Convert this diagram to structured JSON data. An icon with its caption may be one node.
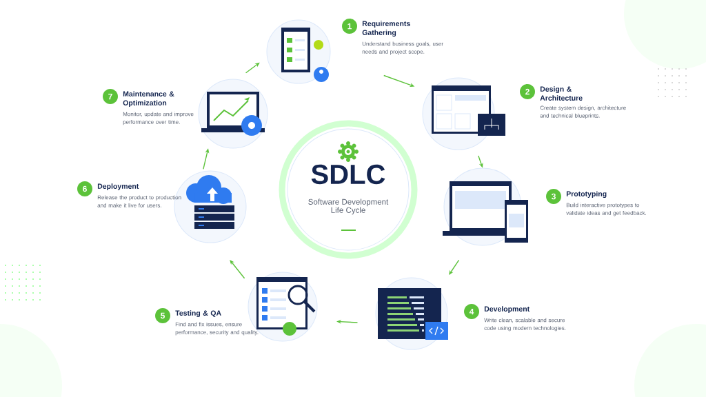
{
  "diagram": {
    "nodes": [
      {
        "text": [
          "SDLC",
          "Software Development Life Cycle"
        ]
      },
      {
        "text": [],
        "shape": "picture",
        "beside": [
          "1",
          "Requirements Gathering",
          "Understand business goals, user needs and project scope."
        ]
      },
      {
        "text": [],
        "shape": "picture",
        "beside": [
          "2",
          "Design & Architecture",
          "Create system design, architecture and technical blueprints."
        ]
      },
      {
        "text": [],
        "shape": "picture",
        "beside": [
          "3",
          "Prototyping",
          "Build interactive prototypes to validate ideas and get feedback."
        ]
      },
      {
        "text": [],
        "shape": "picture",
        "beside": [
          "4",
          "Development",
          "Write clean, scalable and secure code using modern technologies."
        ]
      },
      {
        "text": [],
        "shape": "picture",
        "beside": [
          "5",
          "Testing & QA",
          "Find and fix issues, ensure performance, security and quality."
        ]
      },
      {
        "text": [],
        "shape": "picture",
        "beside": [
          "6",
          "Deployment",
          "Release the product to production and make it live for users."
        ]
      },
      {
        "text": [],
        "shape": "picture",
        "beside": [
          "7",
          "Maintenance & Optimization",
          "Monitor, update and improve performance over time."
        ]
      }
    ],
    "edges": [
      {
        "from": 1,
        "to": 2,
        "arrow": "to"
      },
      {
        "from": 2,
        "to": 3,
        "arrow": "to"
      },
      {
        "from": 3,
        "to": 4,
        "arrow": "to"
      },
      {
        "from": 4,
        "to": 5,
        "arrow": "to"
      },
      {
        "from": 5,
        "to": 6,
        "arrow": "to"
      },
      {
        "from": 6,
        "to": 7,
        "arrow": "to"
      },
      {
        "from": 7,
        "to": 1,
        "arrow": "to"
      }
    ]
  }
}
